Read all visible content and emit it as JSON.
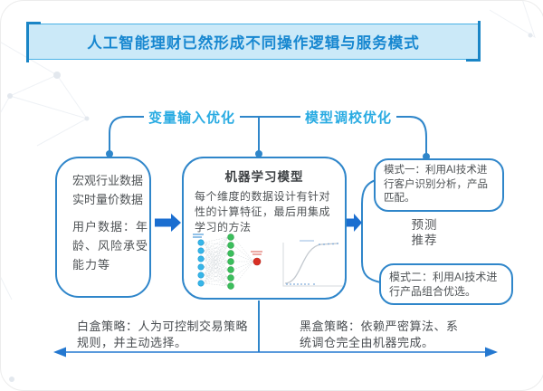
{
  "title": "人工智能理财已然形成不同操作逻辑与服务模式",
  "branch_labels": {
    "input": "变量输入优化",
    "model": "模型调校优化"
  },
  "input_box": {
    "line1": "宏观行业数据",
    "line2": "实时量价数据",
    "line3": "用户数据：年龄、风险承受能力等"
  },
  "model_box": {
    "title": "机器学习模型",
    "description": "每个维度的数据设计有针对性的计算特征，最后用集成学习的方法"
  },
  "modes": {
    "mode1": "模式一：利用AI技术进行客户识别分析，产品匹配。",
    "predict": "预测",
    "recommend": "推荐",
    "mode2": "模式二：利用AI技术进行产品组合优选。"
  },
  "strategies": {
    "white": "白盒策略：人为可控制交易策略规则，并主动选择。",
    "black": "黑盒策略：依赖严密算法、系统调仓完全由机器完成。"
  },
  "icons": {
    "neural_network": "neural-network-diagram",
    "sigmoid_chart": "sigmoid-curve-chart"
  },
  "colors": {
    "title_blue": "#1787d0",
    "banner_bg": "#cbe9f8",
    "banner_border": "#49b2e6",
    "bracket_blue": "#1a85c6",
    "branch_cyan": "#29abe2",
    "connector_blue": "#2f86ca",
    "block_arrow_blue": "#1b6ed0",
    "body_text_gray": "#4f5356"
  }
}
